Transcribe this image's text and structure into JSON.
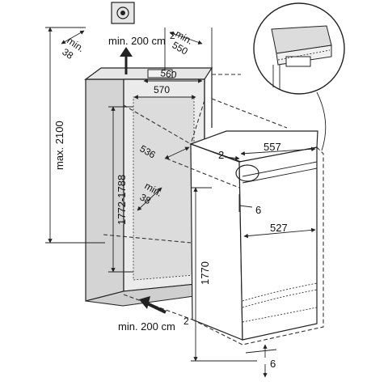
{
  "labels": {
    "vent_top": "min. 200 cm",
    "vent_top_sup": "2",
    "vent_bottom": "min. 200 cm",
    "vent_bottom_sup": "2",
    "min_left": "min.",
    "min_left_val": "38",
    "min_right": "min.",
    "min_right_val": "550",
    "max_height": "max. 2100",
    "niche_width_outer": "560",
    "niche_width_inner": "570",
    "niche_depth": "536",
    "min_inner": "min.",
    "min_inner_val": "38",
    "niche_height": "1772-1788",
    "gap_top": "2",
    "appliance_width_top": "557",
    "appliance_offset": "6",
    "appliance_width": "527",
    "appliance_height": "1770",
    "bottom_offset": "6"
  },
  "colors": {
    "niche_fill": "#d9d9d9",
    "line": "#222222",
    "appliance_fill": "#ffffff"
  },
  "icons": {
    "vent_symbol": "ventilation-icon",
    "detail_callout": "magnifier-callout-icon"
  }
}
